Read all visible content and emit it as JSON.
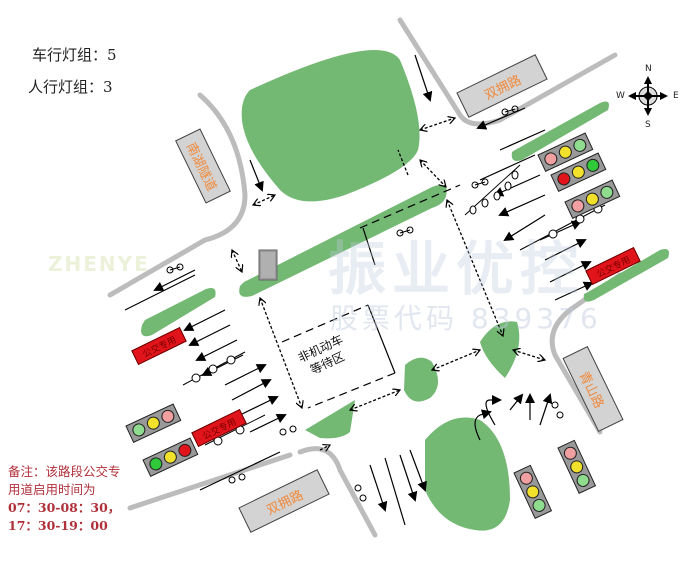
{
  "legend": {
    "vehicle_signals": "车行灯组：5",
    "pedestrian_signals": "人行灯组：3"
  },
  "compass": {
    "n": "N",
    "s": "S",
    "e": "E",
    "w": "W"
  },
  "roads": {
    "north": "双拥路",
    "south": "双拥路",
    "west": "南湖隧道",
    "east": "青山路"
  },
  "bus_lane_sign": "公交专用",
  "waiting_zone": {
    "line1": "非机动车",
    "line2": "等待区"
  },
  "note": {
    "line1": "备注：该路段公交专",
    "line2": "用道启用时间为",
    "line3": "07：30-08：30，",
    "line4": "17：30-19：00"
  },
  "watermark": {
    "brand": "振业优控",
    "stock": "股票代码 839376",
    "latin": "ZHENYE"
  },
  "colors": {
    "island": "#73b873",
    "signal_red": "#e0141a",
    "signal_yellow": "#f2e12a",
    "signal_green": "#2fc93a",
    "road_label_bg": "#d3d3d3",
    "road_label_text": "#f08a3c",
    "note_text": "#b0303a"
  }
}
